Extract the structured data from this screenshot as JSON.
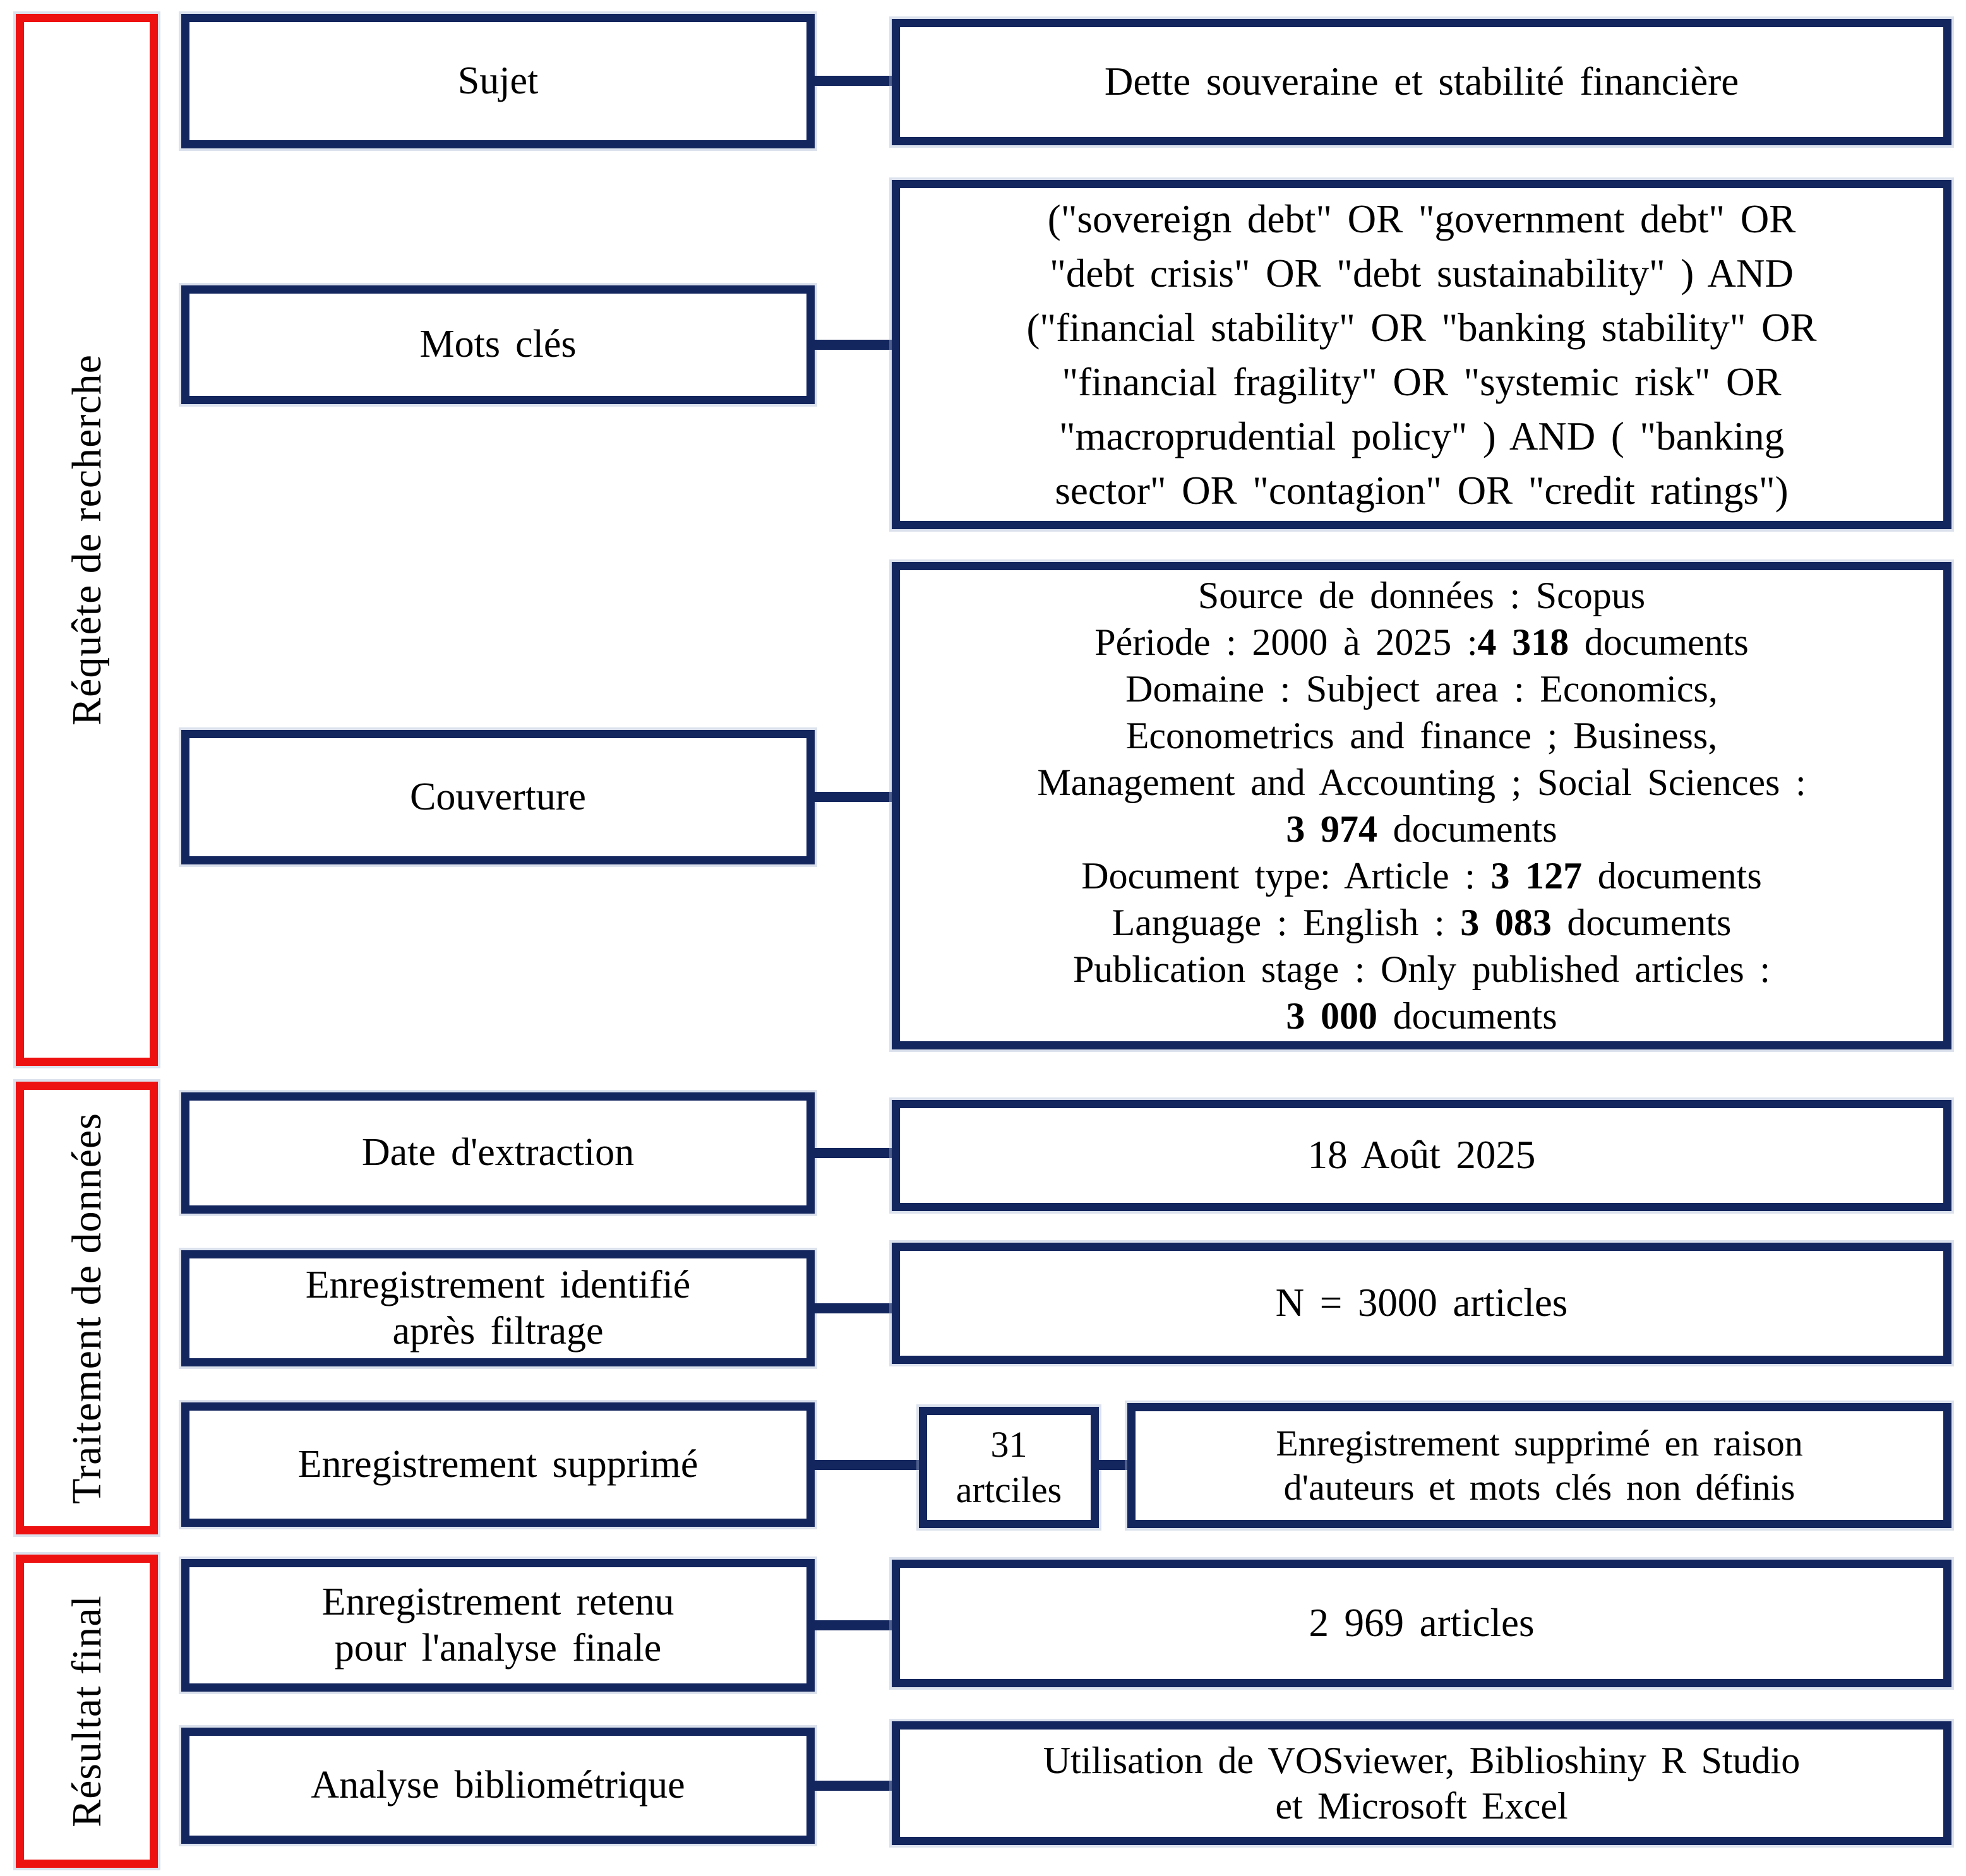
{
  "colors": {
    "box_border": "#14265e",
    "rail_border": "#ee1111",
    "text": "#000000",
    "background": "#ffffff"
  },
  "rail": {
    "sections": [
      {
        "label": "Réquête de recherche"
      },
      {
        "label": "Traitement de données"
      },
      {
        "label": "Résultat final"
      }
    ]
  },
  "rows": {
    "sujet": {
      "label": "Sujet",
      "content": "Dette souveraine et stabilité financière"
    },
    "mots_cles": {
      "label": "Mots clés",
      "content_lines": [
        "(\"sovereign debt\" OR \"government debt\" OR",
        "\"debt crisis\" OR \"debt sustainability\" ) AND",
        "(\"financial stability\" OR \"banking stability\" OR",
        "\"financial fragility\" OR \"systemic risk\" OR",
        "\"macroprudential policy\" ) AND ( \"banking",
        "sector\" OR \"contagion\" OR \"credit ratings\")"
      ]
    },
    "couverture": {
      "label": "Couverture",
      "rich_lines": [
        [
          {
            "t": "Source de données : Scopus"
          }
        ],
        [
          {
            "t": "Période : 2000 à 2025 :"
          },
          {
            "t": "4 318",
            "b": true
          },
          {
            "t": " documents"
          }
        ],
        [
          {
            "t": "Domaine : Subject area : Economics,"
          }
        ],
        [
          {
            "t": "Econometrics and finance ; Business,"
          }
        ],
        [
          {
            "t": "Management and Accounting ; Social Sciences :"
          }
        ],
        [
          {
            "t": "3 974",
            "b": true
          },
          {
            "t": " documents"
          }
        ],
        [
          {
            "t": "Document type: Article : "
          },
          {
            "t": "3 127",
            "b": true
          },
          {
            "t": " documents"
          }
        ],
        [
          {
            "t": "Language : English : "
          },
          {
            "t": "3 083",
            "b": true
          },
          {
            "t": " documents"
          }
        ],
        [
          {
            "t": "Publication stage : Only published articles :"
          }
        ],
        [
          {
            "t": "3 000",
            "b": true
          },
          {
            "t": " documents"
          }
        ]
      ]
    },
    "date_extraction": {
      "label": "Date d'extraction",
      "content": "18 Août 2025"
    },
    "identifie": {
      "label_lines": [
        "Enregistrement identifié",
        "après filtrage"
      ],
      "content": "N = 3000 articles"
    },
    "supprime": {
      "label": "Enregistrement supprimé",
      "count_lines": [
        "31",
        "artciles"
      ],
      "content_lines": [
        "Enregistrement supprimé en raison",
        "d'auteurs et mots clés non définis"
      ]
    },
    "retenu": {
      "label_lines": [
        "Enregistrement retenu",
        "pour l'analyse finale"
      ],
      "content": "2 969 articles"
    },
    "analyse": {
      "label": "Analyse bibliométrique",
      "content_lines": [
        "Utilisation de VOSviewer, Biblioshiny R Studio",
        "et Microsoft Excel"
      ]
    }
  }
}
